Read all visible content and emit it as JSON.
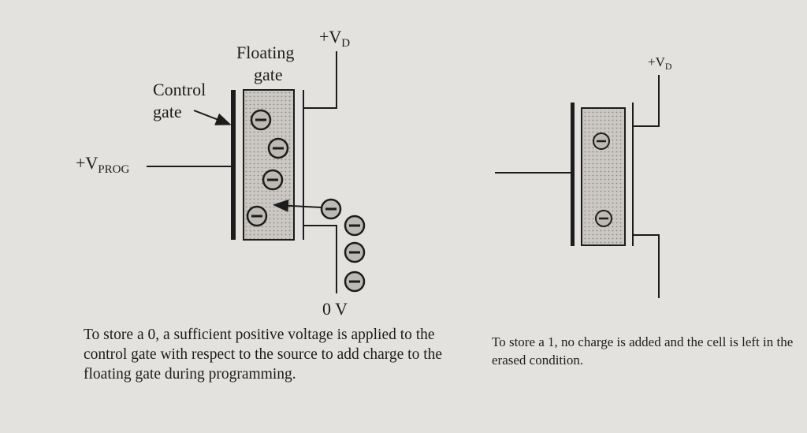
{
  "colors": {
    "background": "#e4e2de",
    "ink": "#1c1c1c",
    "gate_fill": "#c9c6c2",
    "electron_fill": "#bdbab5"
  },
  "electron_symbol": "⊖",
  "left_cell": {
    "label_floating": "Floating",
    "label_gate": "gate",
    "label_control": "Control",
    "label_control_gate": "gate",
    "vd_plus": "+V",
    "vd_sub": "D",
    "vprog_plus": "+V",
    "vprog_sub": "PROG",
    "zero_v": "0 V",
    "caption": "To store a 0, a sufficient positive voltage is applied to the control gate with respect to the source to add charge to the floating gate during programming."
  },
  "right_cell": {
    "vd_plus": "+V",
    "vd_sub": "D",
    "caption": "To store a 1, no charge is added and the cell is left in the erased condition."
  }
}
